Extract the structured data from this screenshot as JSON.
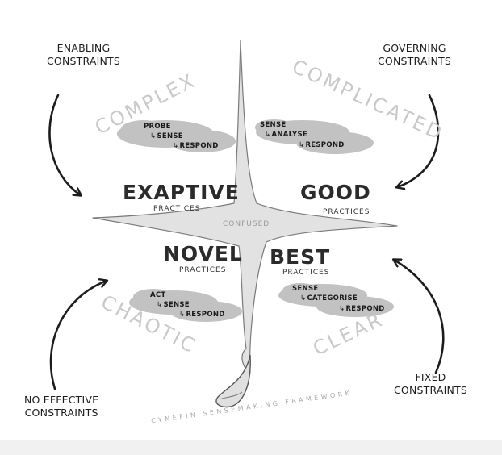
{
  "constraints": {
    "top_left": [
      "ENABLING",
      "CONSTRAINTS"
    ],
    "top_right": [
      "GOVERNING",
      "CONSTRAINTS"
    ],
    "bottom_left": [
      "NO EFFECTIVE",
      "CONSTRAINTS"
    ],
    "bottom_right": [
      "FIXED",
      "CONSTRAINTS"
    ]
  },
  "domains": {
    "complex": "COMPLEX",
    "complicated": "COMPLICATED",
    "chaotic": "CHAOTIC",
    "clear": "CLEAR",
    "confused": "CONFUSED"
  },
  "practices": {
    "exaptive": "EXAPTIVE",
    "good": "GOOD",
    "novel": "NOVEL",
    "best": "BEST",
    "suffix": "PRACTICES"
  },
  "steps": {
    "complex": [
      "PROBE",
      "SENSE",
      "RESPOND"
    ],
    "complicated": [
      "SENSE",
      "ANALYSE",
      "RESPOND"
    ],
    "chaotic": [
      "ACT",
      "SENSE",
      "RESPOND"
    ],
    "clear": [
      "SENSE",
      "CATEGORISE",
      "RESPOND"
    ]
  },
  "footer": "CYNEFIN SENSEMAKING FRAMEWORK",
  "colors": {
    "cloud": "#c2c2c2",
    "domain_label": "#c9c9c9",
    "ink": "#1c1c1c",
    "boundary_fill": "#e2e2e2",
    "boundary_stroke": "#7a7a7a"
  }
}
